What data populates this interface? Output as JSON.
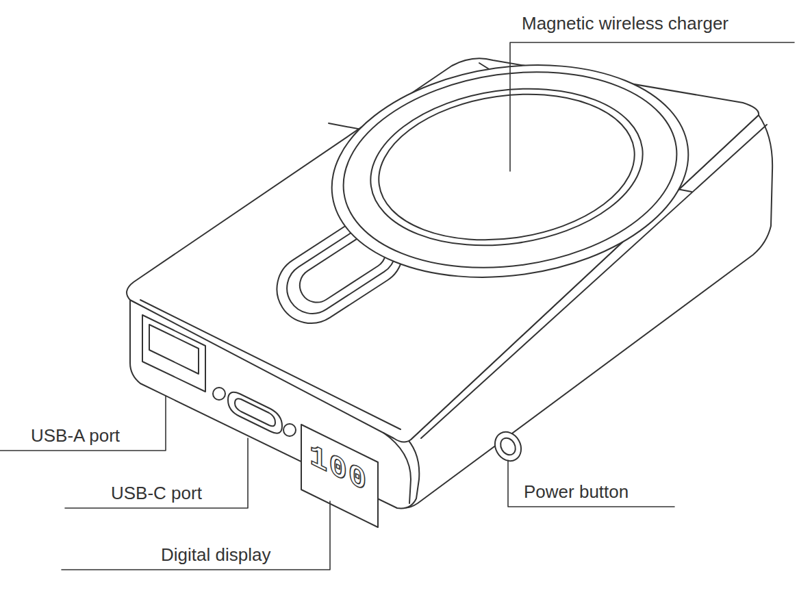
{
  "diagram": {
    "labels": [
      "Magnetic wireless charger",
      "100",
      "USB-A port",
      "USB-C port",
      "Digital display",
      "Power button"
    ]
  }
}
